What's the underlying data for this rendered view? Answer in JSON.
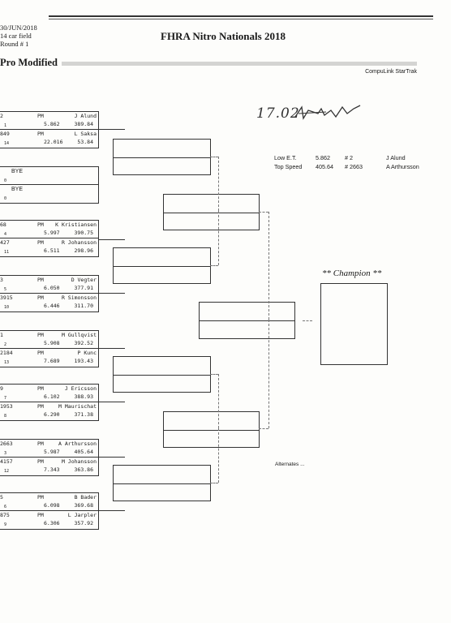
{
  "header": {
    "date": "30/JUN/2018",
    "field": "14 car field",
    "round": "Round # 1",
    "title": "FHRA Nitro Nationals 2018",
    "class_name": "Pro Modified",
    "system": "CompuLink StarTrak"
  },
  "handwritten_note": "17.02",
  "stats": {
    "low_et": {
      "label": "Low E.T.",
      "value": "5.862",
      "num": "# 2",
      "driver": "J Alund"
    },
    "top_speed": {
      "label": "Top Speed",
      "value": "405.64",
      "num": "# 2663",
      "driver": "A Arthursson"
    }
  },
  "pairs": [
    {
      "a": {
        "num": "2",
        "class": "PM",
        "driver": "J Alund",
        "et": "5.862",
        "mph": "389.84",
        "seed": "1"
      },
      "b": {
        "num": "849",
        "class": "PM",
        "driver": "L Saksa",
        "et": "22.016",
        "mph": "53.84",
        "seed": "14"
      }
    },
    {
      "bye": true,
      "a_text": "BYE",
      "a_seed": "0",
      "b_text": "BYE",
      "b_seed": "0"
    },
    {
      "a": {
        "num": "68",
        "class": "PM",
        "driver": "K Kristiansen",
        "et": "5.997",
        "mph": "390.75",
        "seed": "4"
      },
      "b": {
        "num": "427",
        "class": "PM",
        "driver": "R Johansson",
        "et": "6.511",
        "mph": "298.96",
        "seed": "11"
      }
    },
    {
      "a": {
        "num": "3",
        "class": "PM",
        "driver": "D Vegter",
        "et": "6.050",
        "mph": "377.91",
        "seed": "5"
      },
      "b": {
        "num": "3915",
        "class": "PM",
        "driver": "R Simonsson",
        "et": "6.446",
        "mph": "311.70",
        "seed": "10"
      }
    },
    {
      "a": {
        "num": "1",
        "class": "PM",
        "driver": "M Gullqvist",
        "et": "5.908",
        "mph": "392.52",
        "seed": "2"
      },
      "b": {
        "num": "2184",
        "class": "PM",
        "driver": "P Kunc",
        "et": "7.689",
        "mph": "193.43",
        "seed": "13"
      }
    },
    {
      "a": {
        "num": "9",
        "class": "PM",
        "driver": "J Ericsson",
        "et": "6.102",
        "mph": "388.93",
        "seed": "7"
      },
      "b": {
        "num": "1953",
        "class": "PM",
        "driver": "M Maurischat",
        "et": "6.290",
        "mph": "371.38",
        "seed": "8"
      }
    },
    {
      "a": {
        "num": "2663",
        "class": "PM",
        "driver": "A Arthursson",
        "et": "5.987",
        "mph": "405.64",
        "seed": "3"
      },
      "b": {
        "num": "4157",
        "class": "PM",
        "driver": "M Johansson",
        "et": "7.343",
        "mph": "363.86",
        "seed": "12"
      }
    },
    {
      "a": {
        "num": "5",
        "class": "PM",
        "driver": "B Bader",
        "et": "6.098",
        "mph": "369.68",
        "seed": "6"
      },
      "b": {
        "num": "875",
        "class": "PM",
        "driver": "L Jarpler",
        "et": "6.306",
        "mph": "357.92",
        "seed": "9"
      }
    }
  ],
  "champion_label": "** Champion **",
  "alternates_label": "Alternates ..."
}
